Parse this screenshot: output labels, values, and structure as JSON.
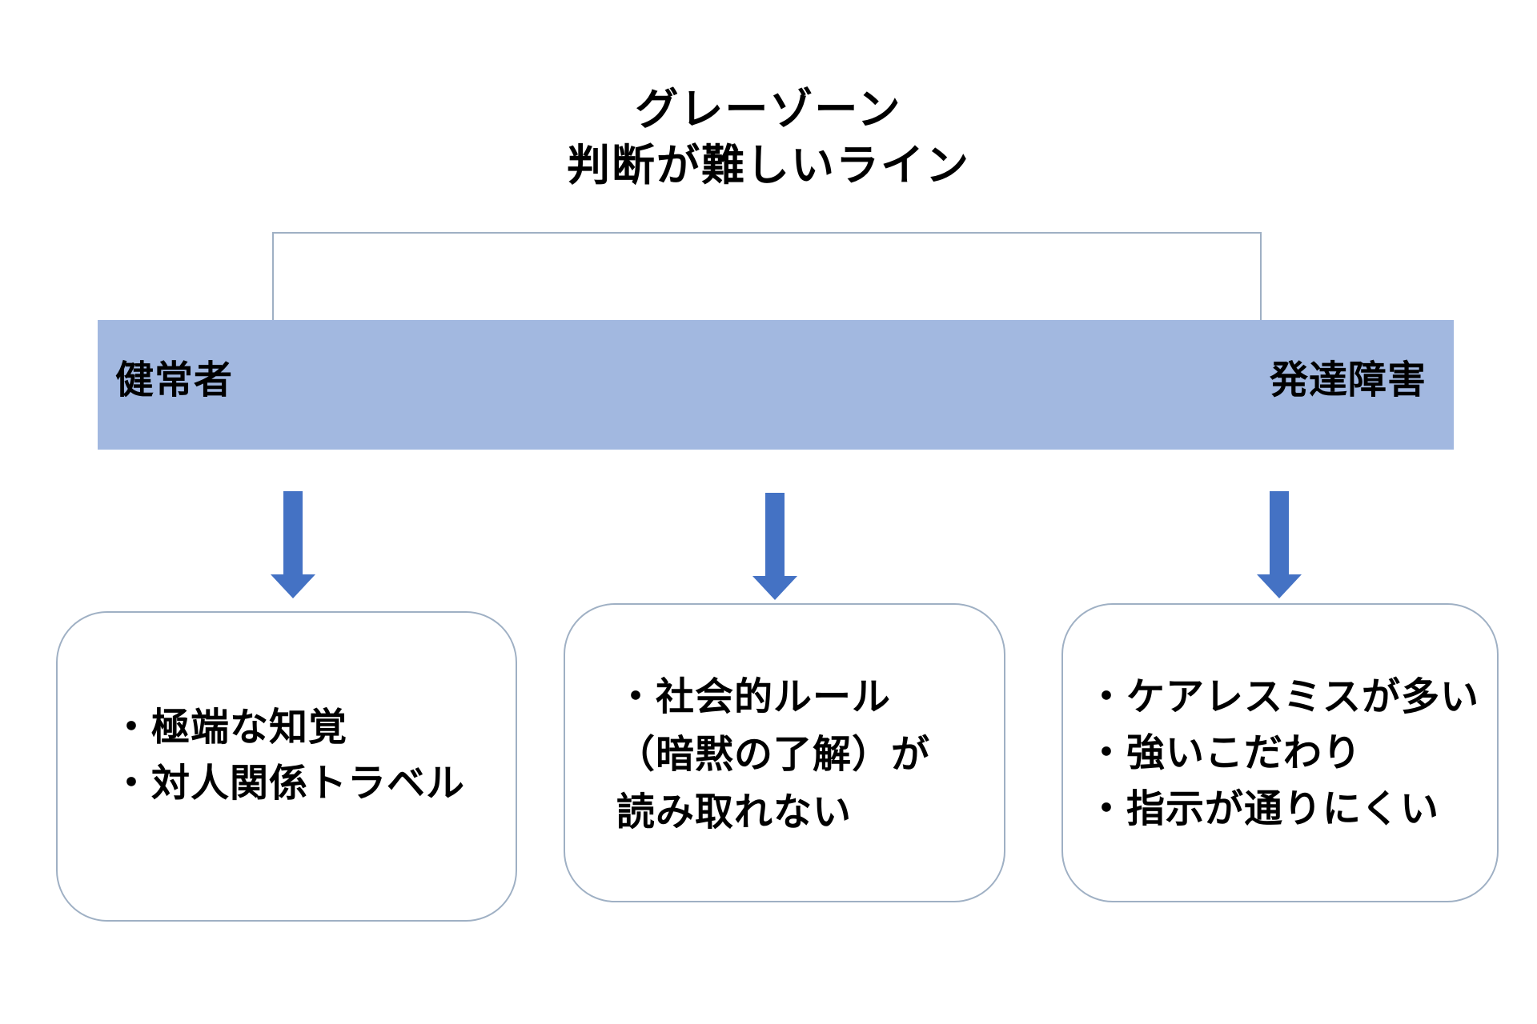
{
  "title": {
    "line1": "グレーゾーン",
    "line2": "判断が難しいライン"
  },
  "spectrum": {
    "left_label": "健常者",
    "right_label": "発達障害",
    "bar_color": "#a2b8e0"
  },
  "arrow_color": "#4472c4",
  "boxes": [
    {
      "lines": [
        "・極端な知覚",
        "・対人関係トラベル"
      ]
    },
    {
      "lines": [
        "・社会的ルール",
        "（暗黙の了解）が",
        "読み取れない"
      ]
    },
    {
      "lines": [
        "・ケアレスミスが多い",
        "・強いこだわり",
        "・指示が通りにくい"
      ]
    }
  ]
}
